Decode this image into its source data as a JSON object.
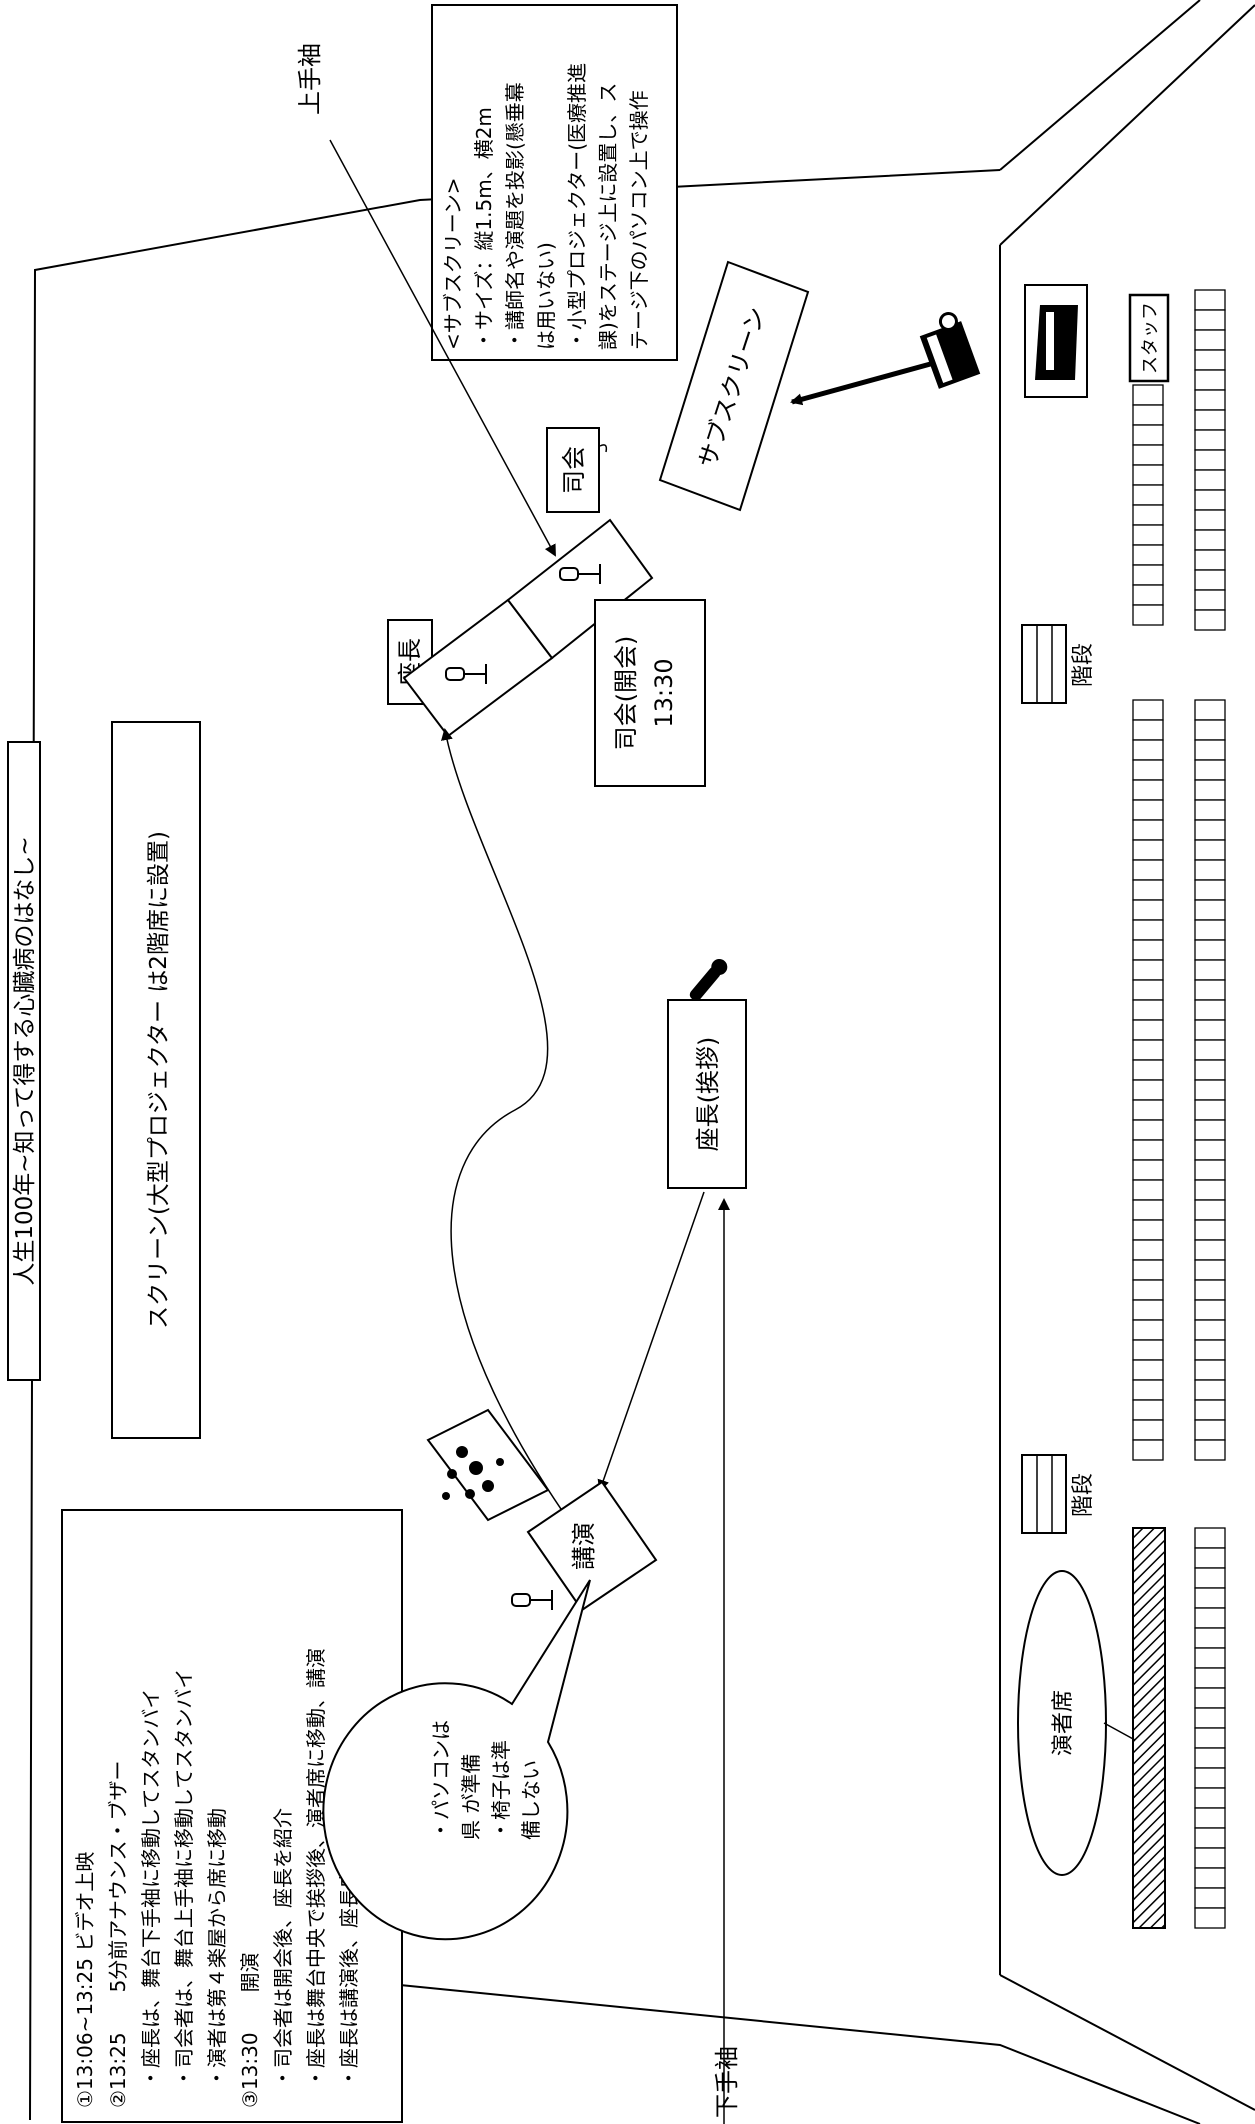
{
  "title": "人生100年~知って得する心臓病のはなし~",
  "screen_label": "スクリーン(大型プロジェクター は2階席に設置)",
  "sub_screen": {
    "label": "サブスクリーン",
    "note_lines": [
      "<サブスクリーン>",
      "・サイズ：縦1.5m、横2m",
      "・講師名や演題を投影(懸垂幕",
      "は用いない)",
      "・小型プロジェクター(医療推進",
      "課)をステージ上に設置し、ス",
      "テージ下のパソコン上で操作"
    ]
  },
  "labels": {
    "kamite": "上手袖",
    "shimote": "下手袖",
    "chair": "座長",
    "mc": "司会",
    "mc_open": "司会(開会)",
    "mc_time": "13:30",
    "chair_greet": "座長(挨拶)",
    "podium": "講演",
    "staff": "スタッフ",
    "stairs_top": "階段",
    "stairs_bottom": "階段",
    "performer_seat": "演者席"
  },
  "bubble_lines": [
    "・パソコンは",
    "県 が準備",
    "・椅子は準",
    "備しない"
  ],
  "schedule_lines": [
    "①13:06~13:25 ビデオ上映",
    "②13:25　　5分前アナウンス・ブザー",
    "　・座長は、舞台下手袖に移動してスタンバイ",
    "　・司会者は、舞台上手袖に移動してスタンバイ",
    "　・演者は第４楽屋から席に移動",
    "③13:30　　開演",
    "　・司会者は開会後、座長を紹介",
    "　・座長は舞台中央で挨拶後、演者席に移動、講演",
    "　・座長は講演後、座長席へ移動"
  ]
}
